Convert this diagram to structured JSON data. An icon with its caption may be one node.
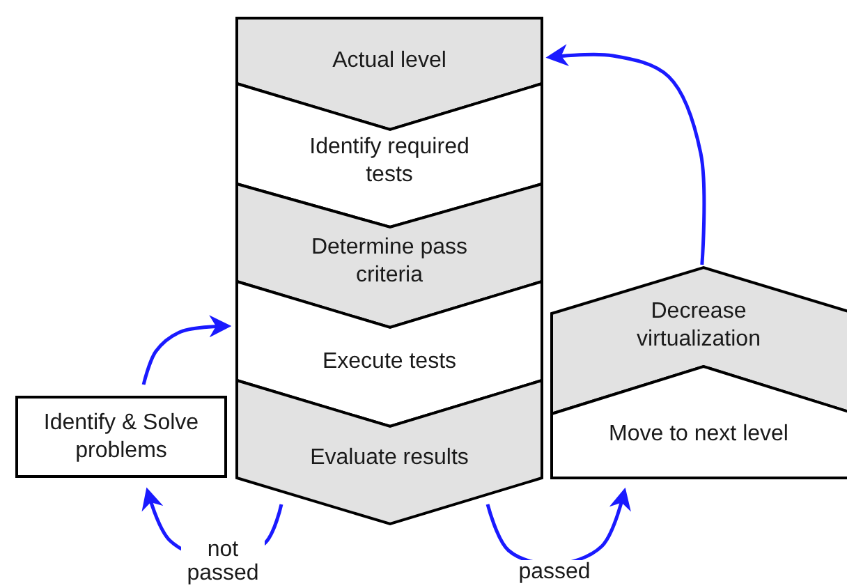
{
  "diagram": {
    "nodes": [
      {
        "text": [
          "Actual level"
        ]
      },
      {
        "text": [
          "Identify required tests"
        ]
      },
      {
        "text": [
          "Determine pass criteria"
        ]
      },
      {
        "text": [
          "Execute tests"
        ]
      },
      {
        "text": [
          "Evaluate results"
        ]
      },
      {
        "text": [
          "Decrease virtualization"
        ]
      },
      {
        "text": [
          "Move to next level"
        ]
      },
      {
        "text": [
          "Identify & Solve problems"
        ]
      }
    ],
    "edges": [
      {
        "from": 4,
        "to": 7,
        "arrow": "to",
        "label": "not passed"
      },
      {
        "from": 7,
        "to": 3,
        "arrow": "to"
      },
      {
        "from": 4,
        "to": 6,
        "arrow": "to",
        "label": "passed"
      },
      {
        "from": 5,
        "to": 0,
        "arrow": "to"
      }
    ]
  }
}
